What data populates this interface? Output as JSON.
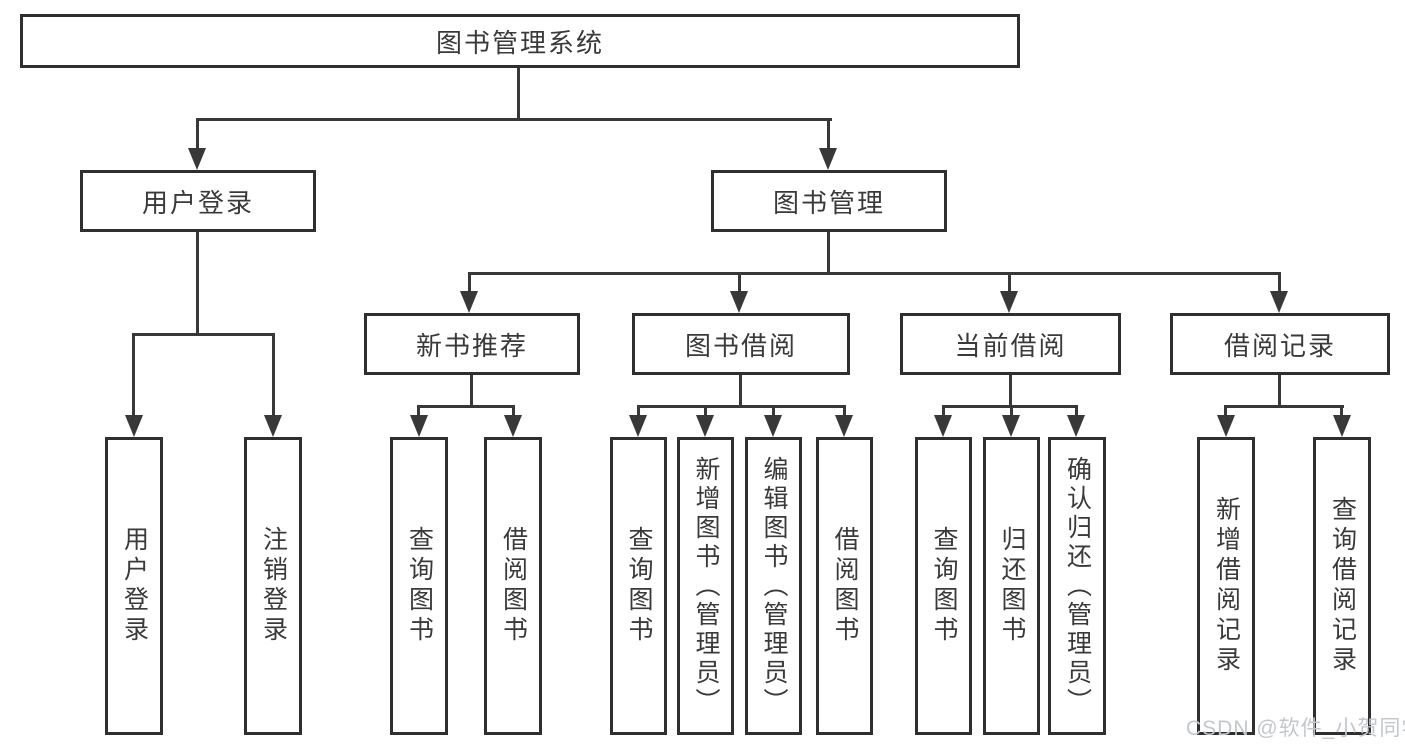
{
  "diagram": {
    "type": "hierarchy-tree",
    "background_color": "#ffffff",
    "line_color": "#383838",
    "text_color": "#3a3a3a",
    "box_fill": "#ffffff",
    "nodes": {
      "root": "图书管理系统",
      "user_login": "用户登录",
      "book_mgmt": "图书管理",
      "new_book_rec": "新书推荐",
      "book_borrow": "图书借阅",
      "current_borrow": "当前借阅",
      "borrow_records": "借阅记录",
      "leaf_user_login": "用户登录",
      "leaf_logout": "注销登录",
      "leaf_nbr_query": "查询图书",
      "leaf_nbr_borrow": "借阅图书",
      "leaf_bb_query": "查询图书",
      "leaf_bb_add": "新增图书（管理员）",
      "leaf_bb_edit": "编辑图书（管理员）",
      "leaf_bb_borrow": "借阅图书",
      "leaf_cb_query": "查询图书",
      "leaf_cb_return": "归还图书",
      "leaf_cb_confirm": "确认归还（管理员）",
      "leaf_br_add": "新增借阅记录",
      "leaf_br_query": "查询借阅记录"
    },
    "hierarchy": {
      "图书管理系统": [
        "用户登录",
        "图书管理"
      ],
      "用户登录": [
        "用户登录",
        "注销登录"
      ],
      "图书管理": [
        "新书推荐",
        "图书借阅",
        "当前借阅",
        "借阅记录"
      ],
      "新书推荐": [
        "查询图书",
        "借阅图书"
      ],
      "图书借阅": [
        "查询图书",
        "新增图书（管理员）",
        "编辑图书（管理员）",
        "借阅图书"
      ],
      "当前借阅": [
        "查询图书",
        "归还图书",
        "确认归还（管理员）"
      ],
      "借阅记录": [
        "新增借阅记录",
        "查询借阅记录"
      ]
    },
    "watermark": {
      "text": "CSDN @软件_小贺同学",
      "color": "#c3c7cc"
    }
  }
}
